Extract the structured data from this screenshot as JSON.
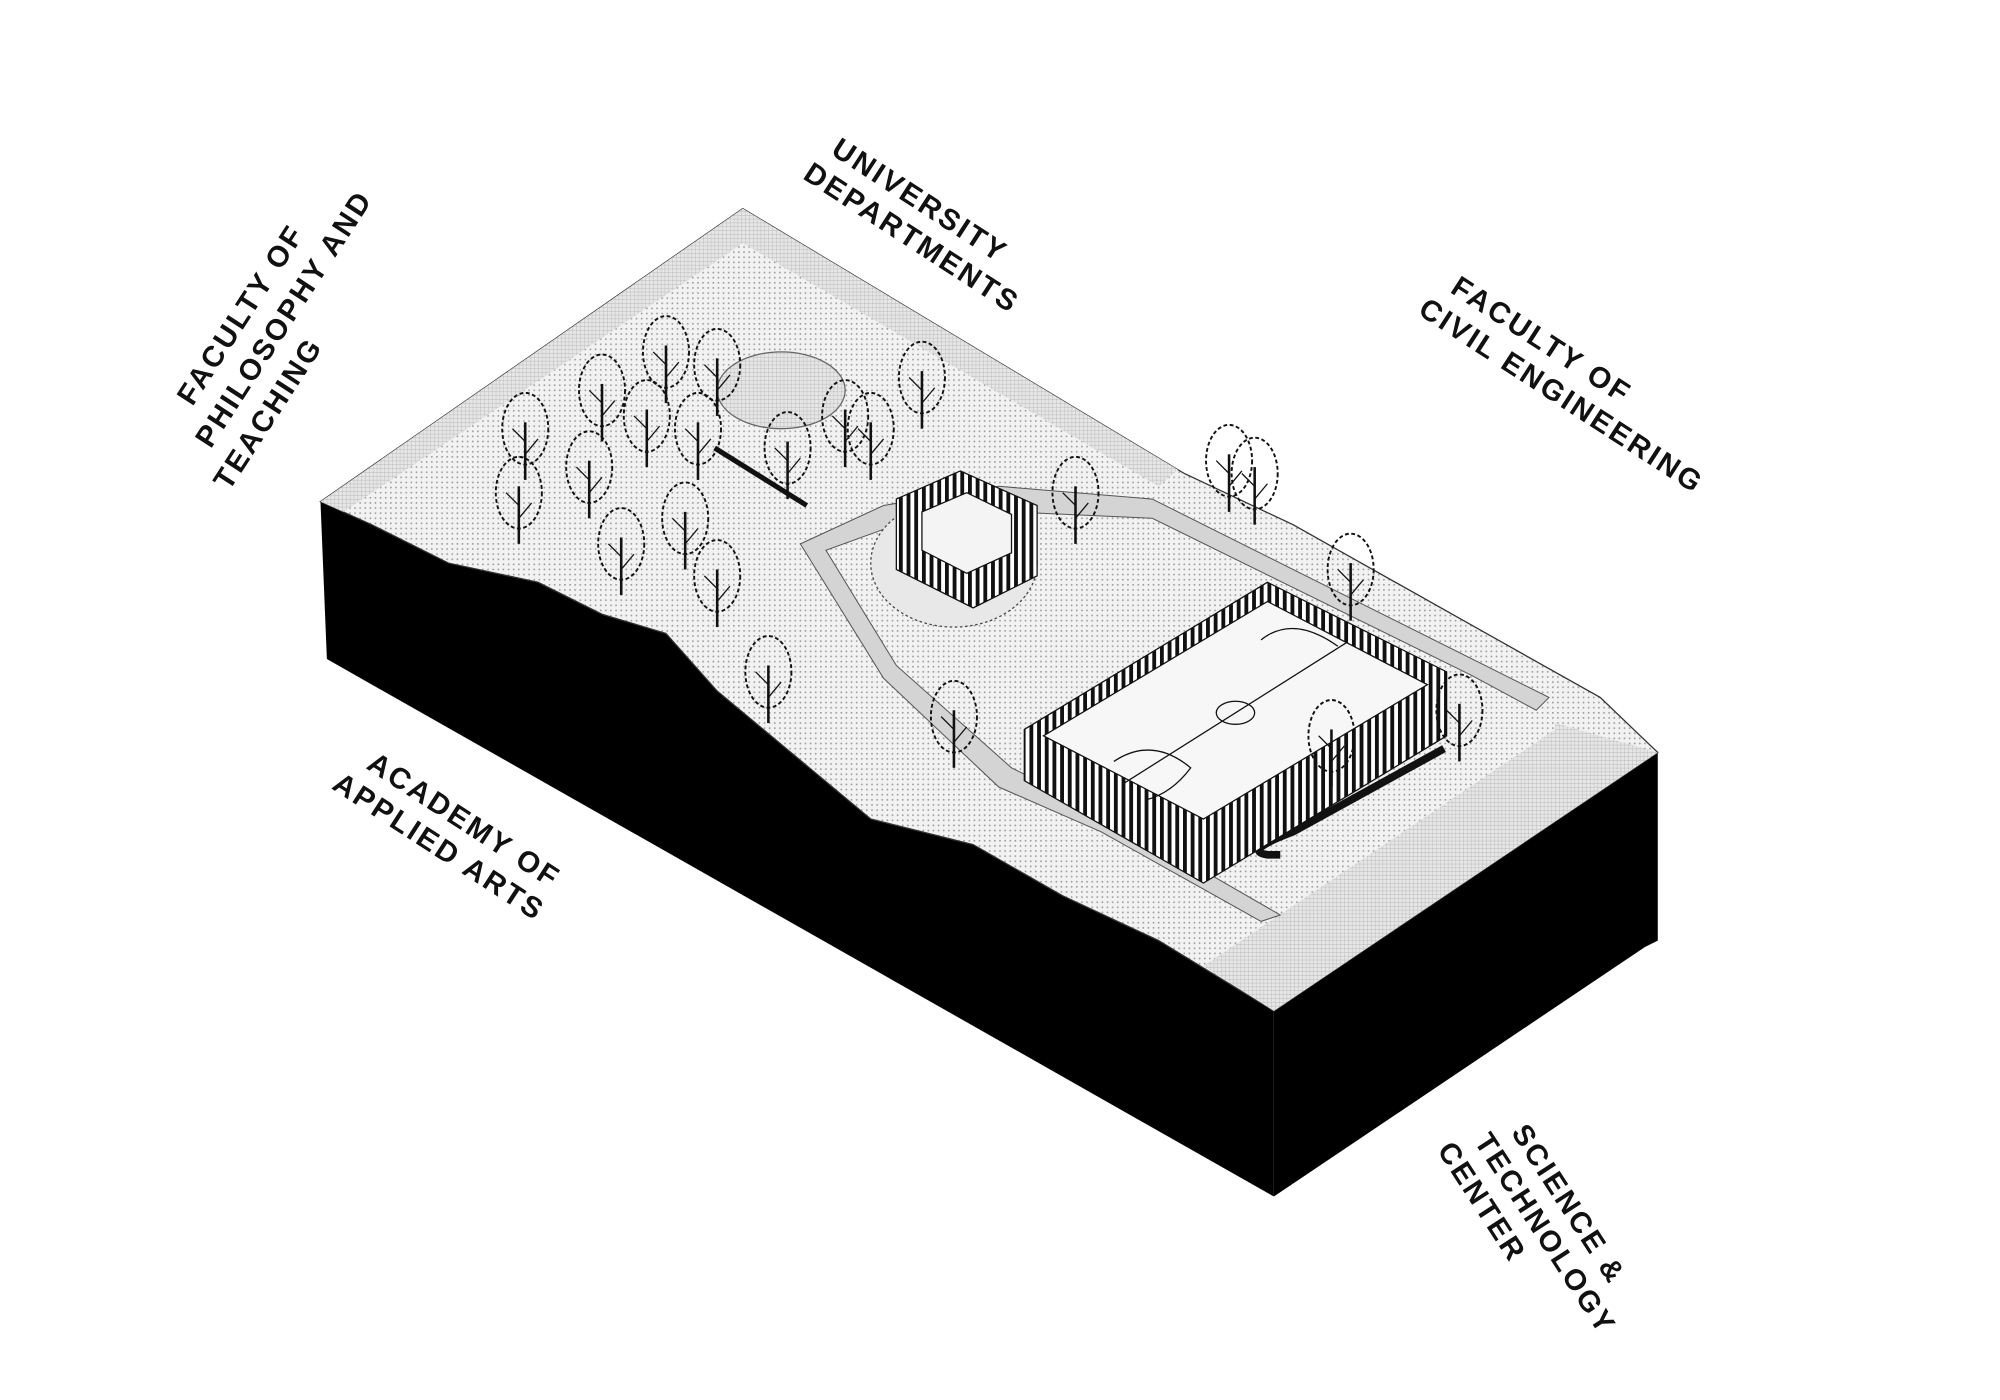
{
  "title": "Campus site axonometric",
  "labels": {
    "university_departments": [
      "UNIVERSITY",
      "DEPARTMENTS"
    ],
    "civil_engineering": [
      "FACULTY OF",
      "CIVIL ENGINEERING"
    ],
    "philosophy": [
      "FACULTY OF",
      "PHILOSOPHY AND",
      "TEACHING"
    ],
    "applied_arts": [
      "ACADEMY OF",
      "APPLIED ARTS"
    ],
    "science_center": [
      "SCIENCE &",
      "TECHNOLOGY",
      "CENTER"
    ]
  },
  "colors": {
    "ground": "#ececec",
    "soil": "#000000",
    "path": "#d9d9d9",
    "ink": "#111111"
  }
}
